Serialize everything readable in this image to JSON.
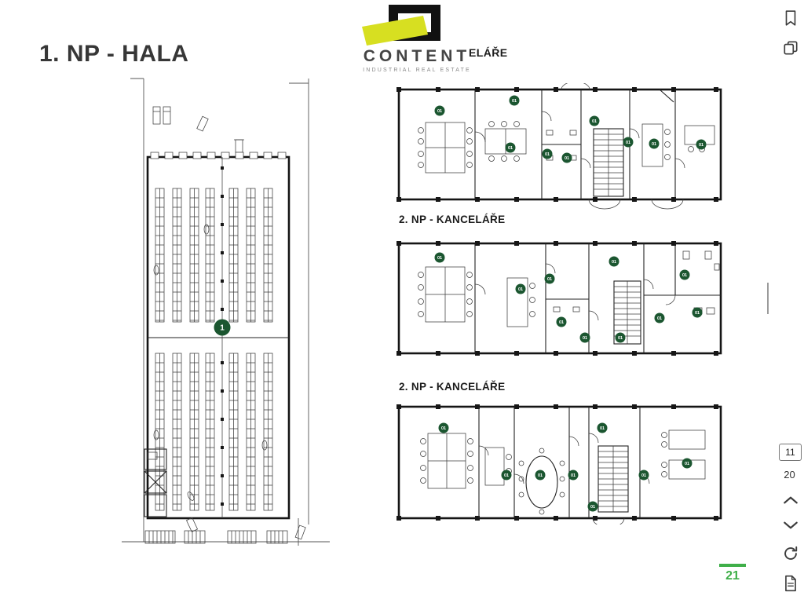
{
  "document": {
    "title": "1. NP - HALA",
    "partial_label": "ELÁŘE",
    "office_section_label": "2. NP - KANCELÁŘE",
    "page_number": "21"
  },
  "logo": {
    "name": "CONTENT",
    "tagline": "INDUSTRIAL REAL ESTATE"
  },
  "markers": {
    "hala_unit": "1",
    "office_unit": "01"
  },
  "viewer": {
    "page_input_value": "11",
    "total_pages_label": "20",
    "icons": [
      "bookmark-icon",
      "copy-icon",
      "chevron-up-icon",
      "chevron-down-icon",
      "refresh-icon",
      "document-icon"
    ]
  },
  "colors": {
    "accent_green": "#3faf49",
    "logo_yellow": "#d7df21",
    "marker_green": "#1b5630"
  }
}
